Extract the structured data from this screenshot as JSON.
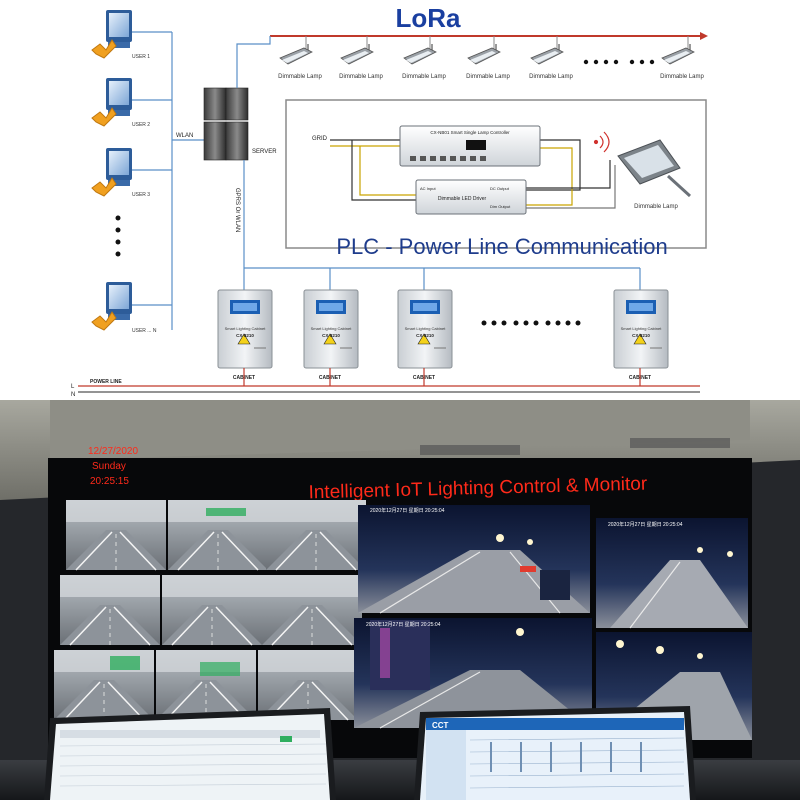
{
  "diagram": {
    "lora_title": "LoRa",
    "plc_title": "PLC - Power Line Communication",
    "users": [
      {
        "label": "USER 1"
      },
      {
        "label": "USER 2"
      },
      {
        "label": "USER 3"
      },
      {
        "label": "USER ... N"
      }
    ],
    "wlan_label": "WLAN",
    "server_label": "SERVER",
    "gprs_label": "GPRS  Or  WLAN",
    "lamps": [
      {
        "label": "Dimmable Lamp"
      },
      {
        "label": "Dimmable Lamp"
      },
      {
        "label": "Dimmable Lamp"
      },
      {
        "label": "Dimmable Lamp"
      },
      {
        "label": "Dimmable Lamp"
      },
      {
        "label": "Dimmable Lamp"
      }
    ],
    "plc_box": {
      "grid_label": "GRID",
      "controller_label": "CX-NB01 Smart Single Lamp Controller",
      "driver_label": "Dimmable LED Driver",
      "ac_input_label": "AC Input",
      "dc_output_label": "DC Output",
      "dim_output_label": "Dim Output",
      "lamp_label": "Dimmable Lamp"
    },
    "cabinets": [
      {
        "name": "Smart Lighting Cabinet",
        "model": "CX-8210",
        "label": "CABINET"
      },
      {
        "name": "Smart Lighting Cabinet",
        "model": "CX-8210",
        "label": "CABINET"
      },
      {
        "name": "Smart Lighting Cabinet",
        "model": "CX-8210",
        "label": "CABINET"
      },
      {
        "name": "Smart Lighting Cabinet",
        "model": "CX-8210",
        "label": "CABINET"
      }
    ],
    "power_line_label": "POWER LINE",
    "line_l": "L",
    "line_n": "N",
    "colors": {
      "lora_blue": "#1a3fa0",
      "plc_blue": "#1e3c8c",
      "red_line": "#c0392b",
      "network_blue": "#5a8fc7"
    }
  },
  "photo": {
    "wall_title": "Intelligent IoT Lighting Control & Monitor",
    "date": "12/27/2020",
    "day": "Sunday",
    "time": "20:25:15",
    "cam_stamp_1": "2020年12月27日  星期日  20:25:04",
    "cam_stamp_2": "2020年12月27日  星期日  20:25:04",
    "cam_stamp_3": "2020年12月27日  星期日  20:25:04",
    "monitor_logo": "CCT",
    "colors": {
      "title_red": "#ff2a1a"
    }
  }
}
